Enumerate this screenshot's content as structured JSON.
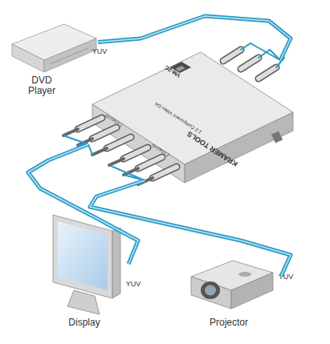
{
  "diagram": {
    "nodes": [
      {
        "text": [
          "DVD Player"
        ]
      },
      {
        "text": [
          "VM-2C",
          "1:2 Component Video DA",
          "KRAMER TOOLS"
        ]
      },
      {
        "text": [
          "Display"
        ]
      },
      {
        "text": [
          "Projector"
        ]
      }
    ],
    "edges": [
      {
        "from": 0,
        "to": 1,
        "arrow": "none"
      },
      {
        "from": 1,
        "to": 2,
        "arrow": "none"
      },
      {
        "from": 1,
        "to": 3,
        "arrow": "none"
      }
    ],
    "labels": [
      "YUV",
      "YUV",
      "YUV",
      "OUTPUT 1",
      "OUTPUT 2"
    ]
  }
}
